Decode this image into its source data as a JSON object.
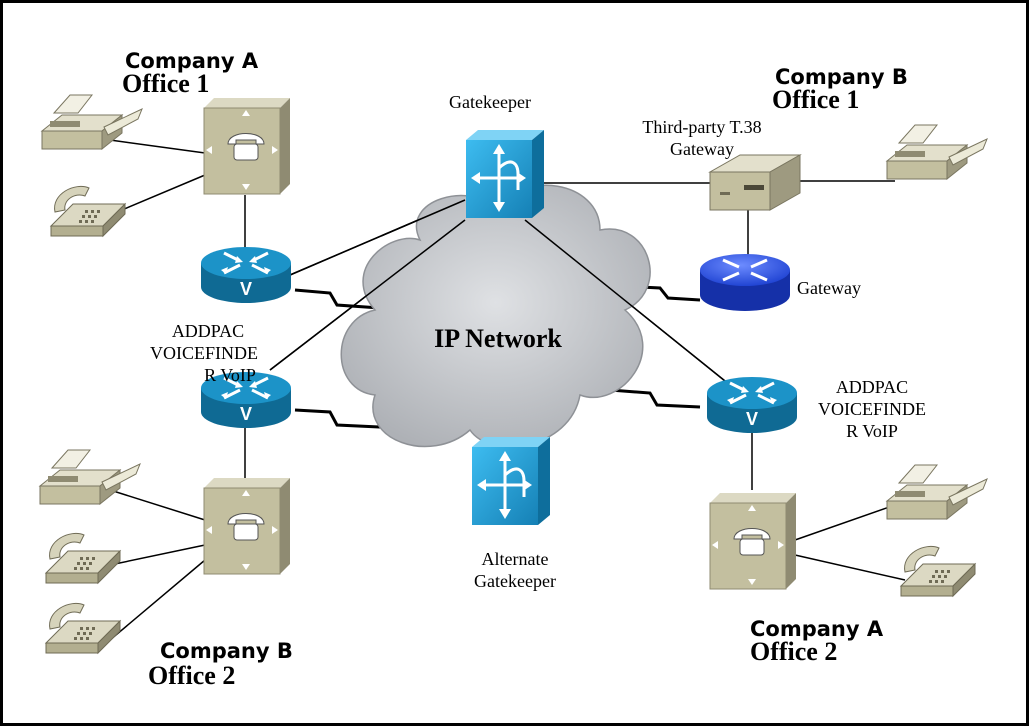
{
  "diagram": {
    "labels": {
      "company_a_office1_line1": "Company A",
      "company_a_office1_line2": "Office 1",
      "company_b_office1_line1": "Company B",
      "company_b_office1_line2": "Office 1",
      "company_b_office2_line1": "Company B",
      "company_b_office2_line2": "Office 2",
      "company_a_office2_line1": "Company A",
      "company_a_office2_line2": "Office 2",
      "gatekeeper": "Gatekeeper",
      "alternate_gatekeeper_line1": "Alternate",
      "alternate_gatekeeper_line2": "Gatekeeper",
      "third_party_line1": "Third-party T.38",
      "third_party_line2": "Gateway",
      "gateway": "Gateway",
      "ip_network": "IP Network",
      "addpac_left_line1": "ADDPAC",
      "addpac_left_line2": "VOICEFINDE",
      "addpac_left_line3": "R VoIP",
      "addpac_right_line1": "ADDPAC",
      "addpac_right_line2": "VOICEFINDE",
      "addpac_right_line3": "R VoIP"
    },
    "colors": {
      "router_blue": "#1a8fc4",
      "router_dark": "#0e5e84",
      "gatekeeper_blue": "#1ca3dc",
      "device_tan": "#c8c4a6",
      "device_tan_dark": "#8c8870",
      "cloud_gray": "#c3c5c9",
      "border": "#000000"
    }
  }
}
